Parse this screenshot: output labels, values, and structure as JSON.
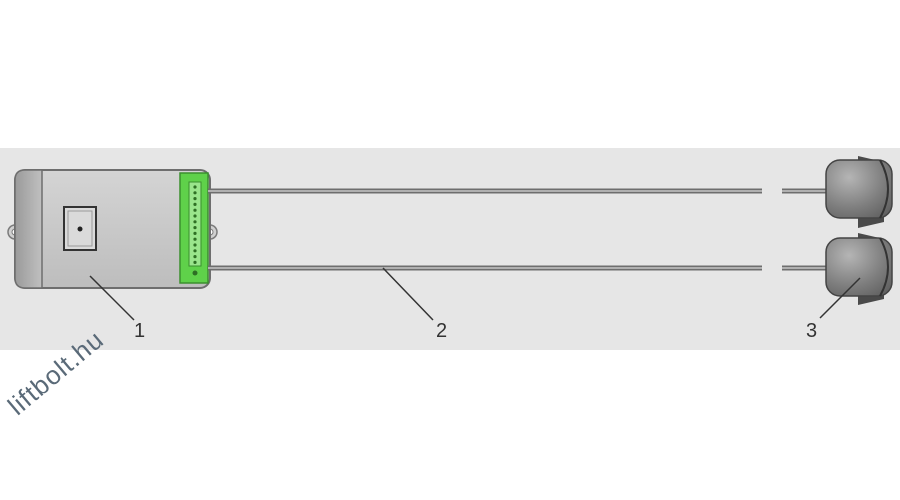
{
  "diagram": {
    "callouts": [
      {
        "id": "1",
        "label": "1",
        "target": "control-unit"
      },
      {
        "id": "2",
        "label": "2",
        "target": "cable"
      },
      {
        "id": "3",
        "label": "3",
        "target": "sensor-head"
      }
    ],
    "watermark": "liftbolt.hu",
    "colors": {
      "panel_background": "#e6e6e6",
      "unit_body": "#c8c8c8",
      "connector_green": "#5fd14a",
      "cable": "#8a8a8a",
      "sensor": "#8e8e8e"
    },
    "icons": [
      "control-unit",
      "terminal-block",
      "cable",
      "sensor-head"
    ]
  }
}
